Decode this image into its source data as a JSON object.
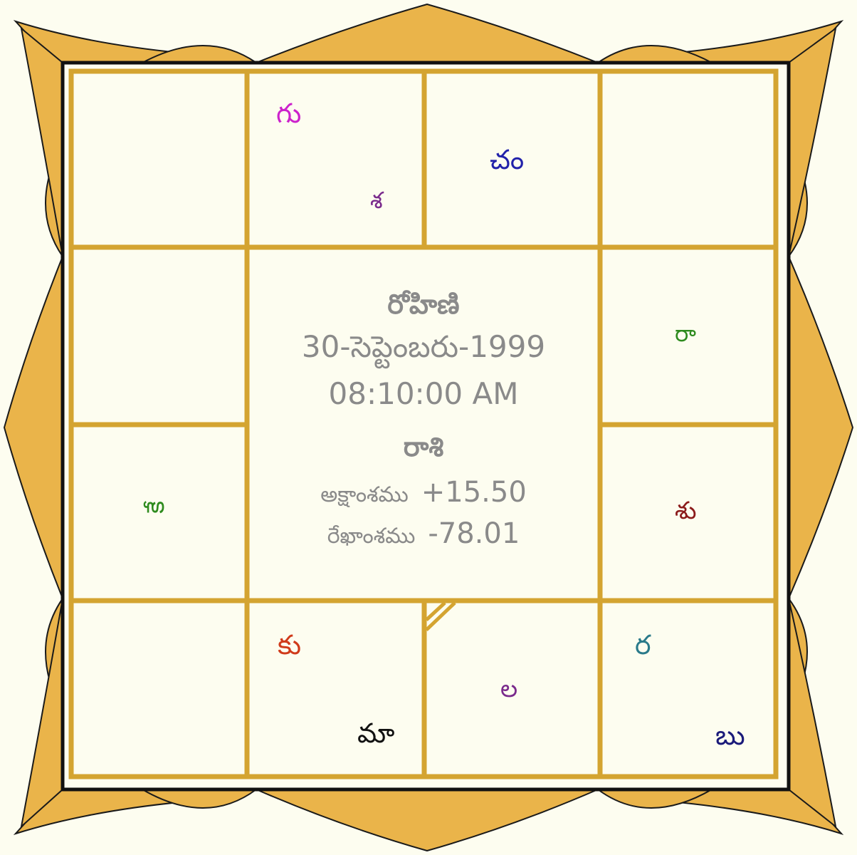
{
  "chart": {
    "center": {
      "nakshatra": "రోహిణి",
      "date": "30-సెప్టెంబరు-1999",
      "time": "08:10:00 AM",
      "rasi_label": "రాశి",
      "latitude_label": "అక్షాంశము",
      "latitude_value": "+15.50",
      "longitude_label": "రేఖాంశము",
      "longitude_value": "-78.01"
    },
    "planets": {
      "gu": "గు",
      "sha": "శ",
      "cham": "చం",
      "raa": "రా",
      "ke": "కే",
      "shu": "శు",
      "ku": "కు",
      "maa": "మా",
      "la": "ల",
      "ra": "ర",
      "bu": "బు"
    },
    "colors": {
      "frame_gold": "#eab44a",
      "grid_gold": "#d4a431",
      "background": "#fdfdf0",
      "gu": "#cc22cc",
      "sha": "#7a2a8c",
      "cham": "#2222aa",
      "raa": "#2e8b1e",
      "ke": "#2e8b1e",
      "shu": "#8b1a1a",
      "ku": "#d03a1a",
      "maa": "#111111",
      "la": "#7a2a8c",
      "ra": "#2a7a8a",
      "bu": "#1a1a7a"
    }
  }
}
